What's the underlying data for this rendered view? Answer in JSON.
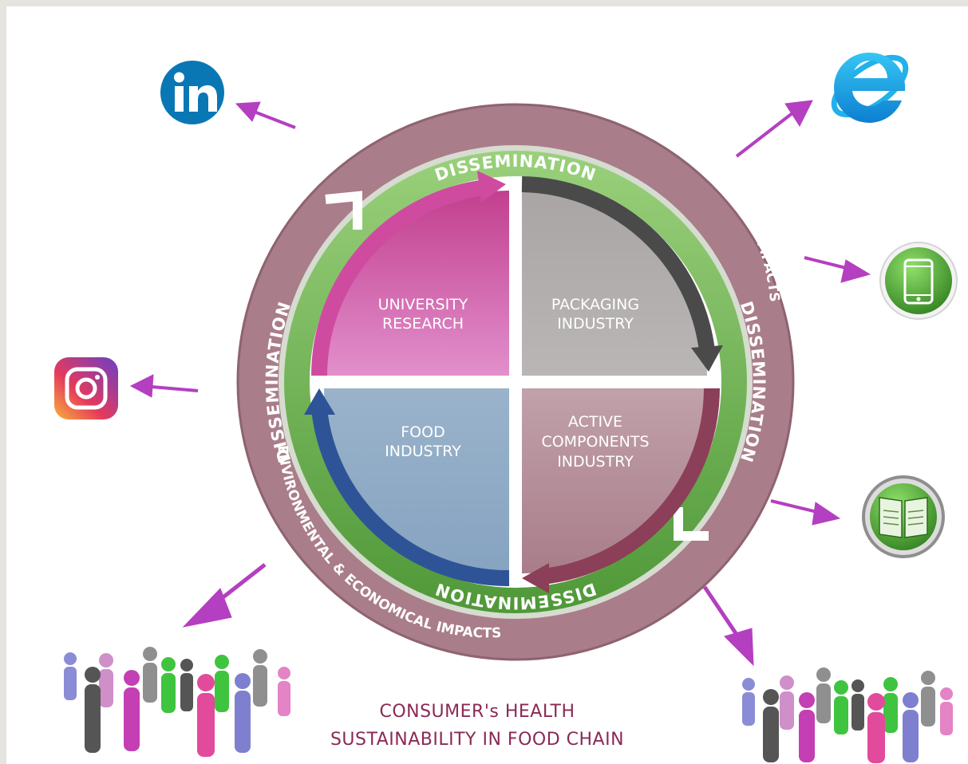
{
  "outer_ring": {
    "label_top": "DISSEMINATION",
    "label_left": "DISSEMINATION",
    "label_right": "DISSEMINATION",
    "label_bottom": "DISSEMINATION"
  },
  "inner_ring": {
    "label_upper": "ENVIRONMENTAL & ECONOMICAL IMPACTS",
    "label_lower": "ENVIRONMENTAL & ECONOMICAL IMPACTS"
  },
  "quadrants": {
    "top_left": [
      "UNIVERSITY",
      "RESEARCH"
    ],
    "top_right": [
      "PACKAGING",
      "INDUSTRY"
    ],
    "bottom_right": [
      "ACTIVE",
      "COMPONENTS",
      "INDUSTRY"
    ],
    "bottom_left": [
      "FOOD",
      "INDUSTRY"
    ]
  },
  "channels": {
    "linkedin": "linkedin-icon",
    "internet_explorer": "internet-explorer-icon",
    "mobile": "mobile-phone-icon",
    "instagram": "instagram-icon",
    "news": "newspaper-icon"
  },
  "colors": {
    "outer_ring": "#a97d89",
    "inner_ring": "#79b050",
    "university": "#cf5aa6",
    "packaging": "#aeaaa9",
    "active_components": "#b48d98",
    "food": "#8eabc6",
    "arrow": "#b43fc0",
    "caption": "#8a2a55"
  },
  "caption": {
    "line1": "CONSUMER's HEALTH",
    "line2": "SUSTAINABILITY IN FOOD CHAIN"
  }
}
